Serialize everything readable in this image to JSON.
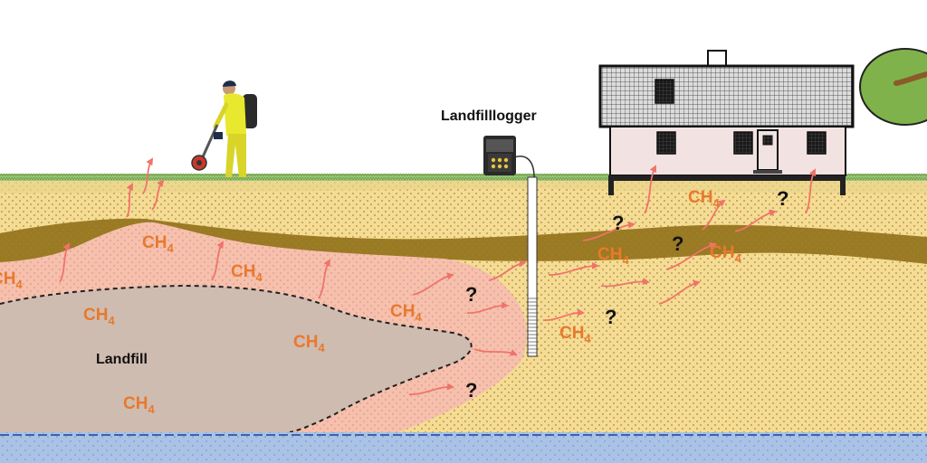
{
  "labels": {
    "logger": "Landfilllogger",
    "landfill": "Landfill",
    "gas_main": "CH",
    "gas_sub": "4",
    "unknown": "?"
  },
  "icons": {
    "worker": "person-with-gas-detector-icon",
    "logger": "gas-logger-case-icon",
    "house": "house-icon",
    "tree": "tree-icon"
  },
  "colors": {
    "sky": "#ffffff",
    "grass": "#9fc97a",
    "soil": "#f6dc92",
    "clay_band": "#9a7a22",
    "gas_plume": "#f6c0ad",
    "landfill": "#cfbcb0",
    "groundwater": "#a9c2e6",
    "gas_text": "#e8792d",
    "arrow": "#f0736a"
  }
}
